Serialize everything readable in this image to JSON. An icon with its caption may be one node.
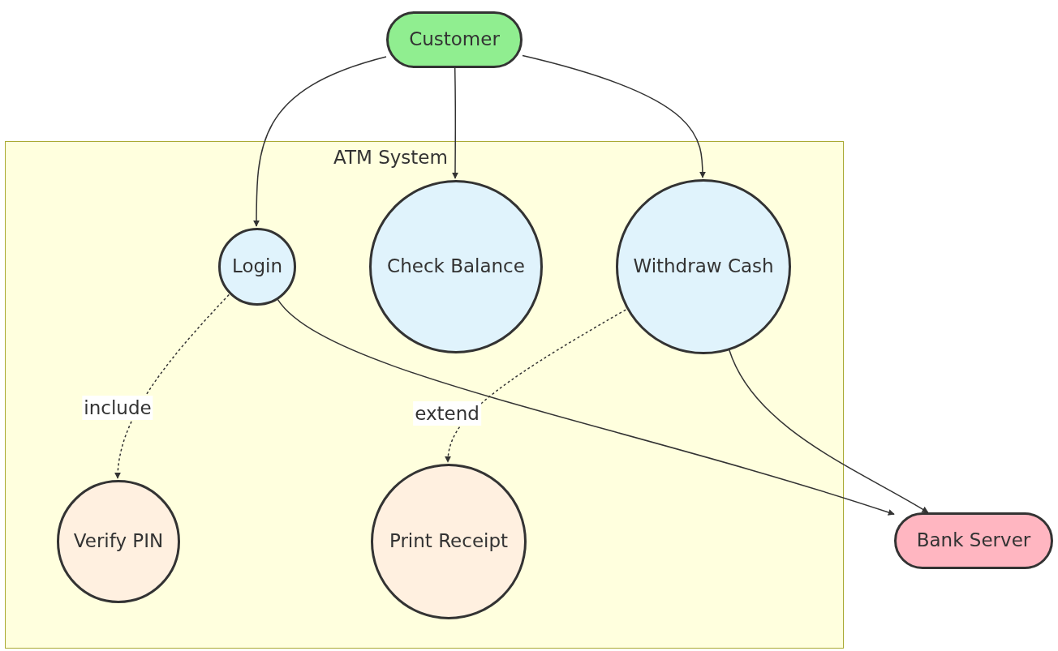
{
  "diagram": {
    "nodes": [
      {
        "text": [
          "Customer"
        ]
      },
      {
        "text": [
          "ATM System"
        ]
      },
      {
        "text": [
          "Login"
        ],
        "in": 1
      },
      {
        "text": [
          "Check Balance"
        ],
        "in": 1
      },
      {
        "text": [
          "Withdraw Cash"
        ],
        "in": 1
      },
      {
        "text": [
          "Verify PIN"
        ],
        "in": 1
      },
      {
        "text": [
          "Print Receipt"
        ],
        "in": 1
      },
      {
        "text": [
          "Bank Server"
        ]
      }
    ],
    "edges": [
      {
        "from": 0,
        "to": 2,
        "arrow": "to"
      },
      {
        "from": 0,
        "to": 3,
        "arrow": "to"
      },
      {
        "from": 0,
        "to": 4,
        "arrow": "to"
      },
      {
        "from": 2,
        "to": 5,
        "arrow": "to",
        "label": "include",
        "style": "dashed"
      },
      {
        "from": 4,
        "to": 6,
        "arrow": "to",
        "label": "extend",
        "style": "dashed"
      },
      {
        "from": 2,
        "to": 7,
        "arrow": "to"
      },
      {
        "from": 4,
        "to": 7,
        "arrow": "to"
      }
    ]
  }
}
